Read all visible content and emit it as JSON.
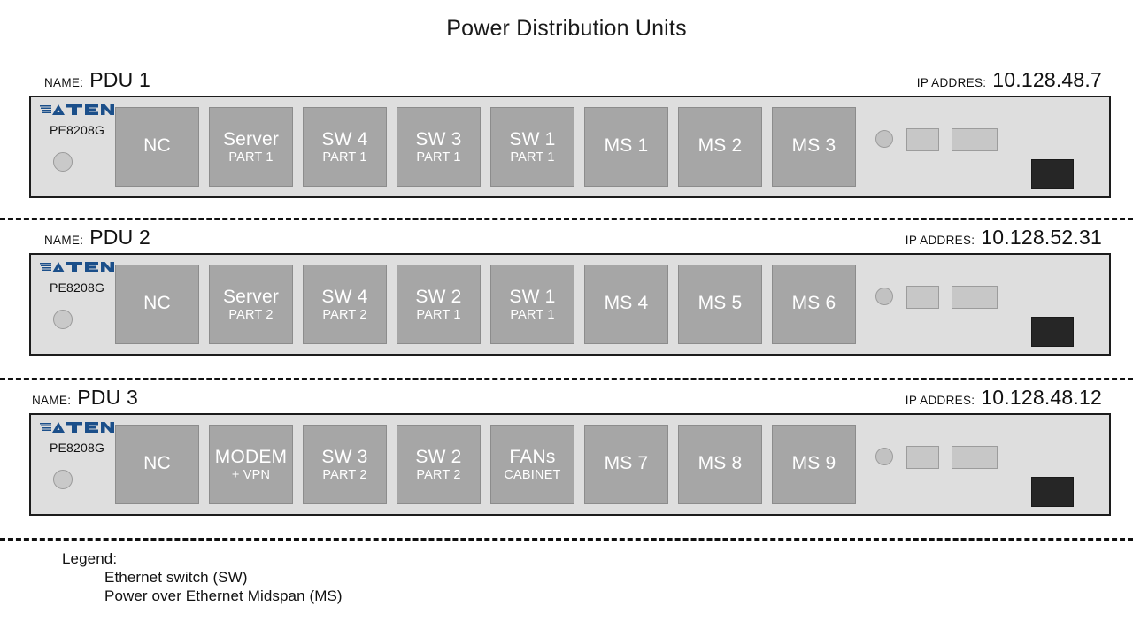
{
  "title": "Power Distribution Units",
  "labels": {
    "name_label": "NAME:",
    "ip_label": "IP ADDRES:",
    "brand_model": "PE8208G",
    "brand_logo": "aten-logo"
  },
  "pdus": [
    {
      "name": "PDU 1",
      "ip": "10.128.48.7",
      "model": "PE8208G",
      "ports": [
        {
          "name": "NC",
          "sub": ""
        },
        {
          "name": "Server",
          "sub": "PART 1"
        },
        {
          "name": "SW 4",
          "sub": "PART 1"
        },
        {
          "name": "SW 3",
          "sub": "PART 1"
        },
        {
          "name": "SW 1",
          "sub": "PART 1"
        },
        {
          "name": "MS 1",
          "sub": ""
        },
        {
          "name": "MS 2",
          "sub": ""
        },
        {
          "name": "MS 3",
          "sub": ""
        }
      ]
    },
    {
      "name": "PDU 2",
      "ip": "10.128.52.31",
      "model": "PE8208G",
      "ports": [
        {
          "name": "NC",
          "sub": ""
        },
        {
          "name": "Server",
          "sub": "PART 2"
        },
        {
          "name": "SW 4",
          "sub": "PART 2"
        },
        {
          "name": "SW 2",
          "sub": "PART 1"
        },
        {
          "name": "SW 1",
          "sub": "PART 1"
        },
        {
          "name": "MS 4",
          "sub": ""
        },
        {
          "name": "MS 5",
          "sub": ""
        },
        {
          "name": "MS 6",
          "sub": ""
        }
      ]
    },
    {
      "name": "PDU 3",
      "ip": "10.128.48.12",
      "model": "PE8208G",
      "ports": [
        {
          "name": "NC",
          "sub": ""
        },
        {
          "name": "MODEM",
          "sub": "+ VPN"
        },
        {
          "name": "SW 3",
          "sub": "PART 2"
        },
        {
          "name": "SW 2",
          "sub": "PART 2"
        },
        {
          "name": "FANs",
          "sub": "CABINET"
        },
        {
          "name": "MS 7",
          "sub": ""
        },
        {
          "name": "MS 8",
          "sub": ""
        },
        {
          "name": "MS 9",
          "sub": ""
        }
      ]
    }
  ],
  "legend": {
    "title": "Legend:",
    "items": [
      "Ethernet switch (SW)",
      "Power over Ethernet Midspan (MS)"
    ]
  },
  "colors": {
    "panel_bg": "#dedede",
    "panel_border": "#1c1c1c",
    "port_bg": "#a6a6a6",
    "port_text": "#ffffff",
    "brand_blue": "#1b4f8a",
    "socket_black": "#262626"
  }
}
